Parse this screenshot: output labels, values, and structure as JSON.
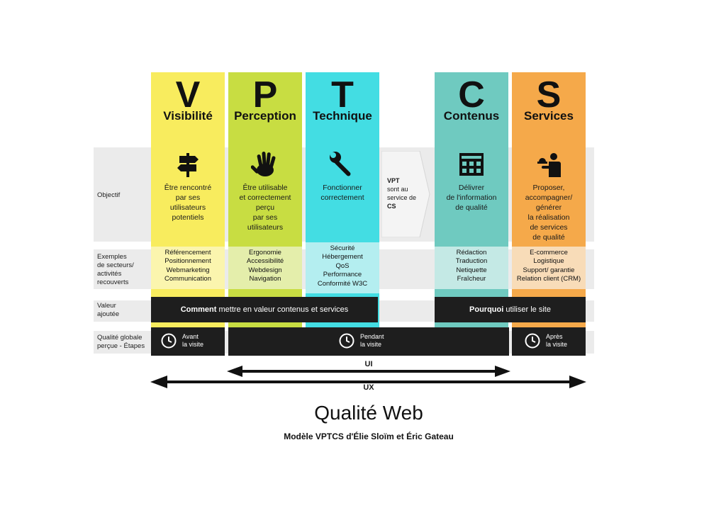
{
  "rows": {
    "objectif": "Objectif",
    "exemples": "Exemples\nde secteurs/\nactivités\nrecouverts",
    "valeur": "Valeur\najoutée",
    "qualite": "Qualité globale\nperçue - Étapes"
  },
  "columns": [
    {
      "letter": "V",
      "name": "Visibilité",
      "color": "#f8ec5e",
      "tint": "#fbf5ae",
      "icon": "signpost-icon",
      "objectif": "Être rencontré\npar ses\nutilisateurs\npotentiels",
      "exemples": "Référencement\nPositionnement\nWebmarketing\nCommunication"
    },
    {
      "letter": "P",
      "name": "Perception",
      "color": "#c8dd42",
      "tint": "#e4eeab",
      "icon": "hand-icon",
      "objectif": "Être utilisable\net correctement\nperçu\npar ses\nutilisateurs",
      "exemples": "Ergonomie\nAccessibilité\nWebdesign\nNavigation"
    },
    {
      "letter": "T",
      "name": "Technique",
      "color": "#43dde3",
      "tint": "#b4eef0",
      "icon": "wrench-icon",
      "objectif": "Fonctionner\ncorrectement",
      "exemples": "Sécurité\nHébergement\nQoS\nPerformance\nConformité W3C"
    },
    {
      "letter": "C",
      "name": "Contenus",
      "color": "#6fcac0",
      "tint": "#c4e9e5",
      "icon": "content-icon",
      "objectif": "Délivrer\nde l'information\nde qualité",
      "exemples": "Rédaction\nTraduction\nNetiquette\nFraîcheur"
    },
    {
      "letter": "S",
      "name": "Services",
      "color": "#f5a94a",
      "tint": "#f8dcb8",
      "icon": "waiter-icon",
      "objectif": "Proposer,\naccompagner/\ngénérer\nla réalisation\nde services\nde qualité",
      "exemples": "E-commerce\nLogistique\nSupport/ garantie\nRelation client (CRM)"
    }
  ],
  "vpt_arrow": {
    "title": "VPT",
    "line1": "sont au",
    "line2": "service de",
    "target": "CS"
  },
  "valeur_bars": [
    {
      "bold": "Comment",
      "rest": " mettre en valeur contenus et services"
    },
    {
      "bold": "Pourquoi",
      "rest": " utiliser le site"
    }
  ],
  "steps": [
    {
      "label": "Avant\nla visite",
      "icon": "clock-icon"
    },
    {
      "label": "Pendant\nla visite",
      "icon": "clock-icon"
    },
    {
      "label": "Après\nla visite",
      "icon": "clock-icon"
    }
  ],
  "arrows": {
    "ui": "UI",
    "ux": "UX"
  },
  "title": "Qualité Web",
  "subtitle": "Modèle VPTCS d'Élie Sloïm et Éric Gateau"
}
